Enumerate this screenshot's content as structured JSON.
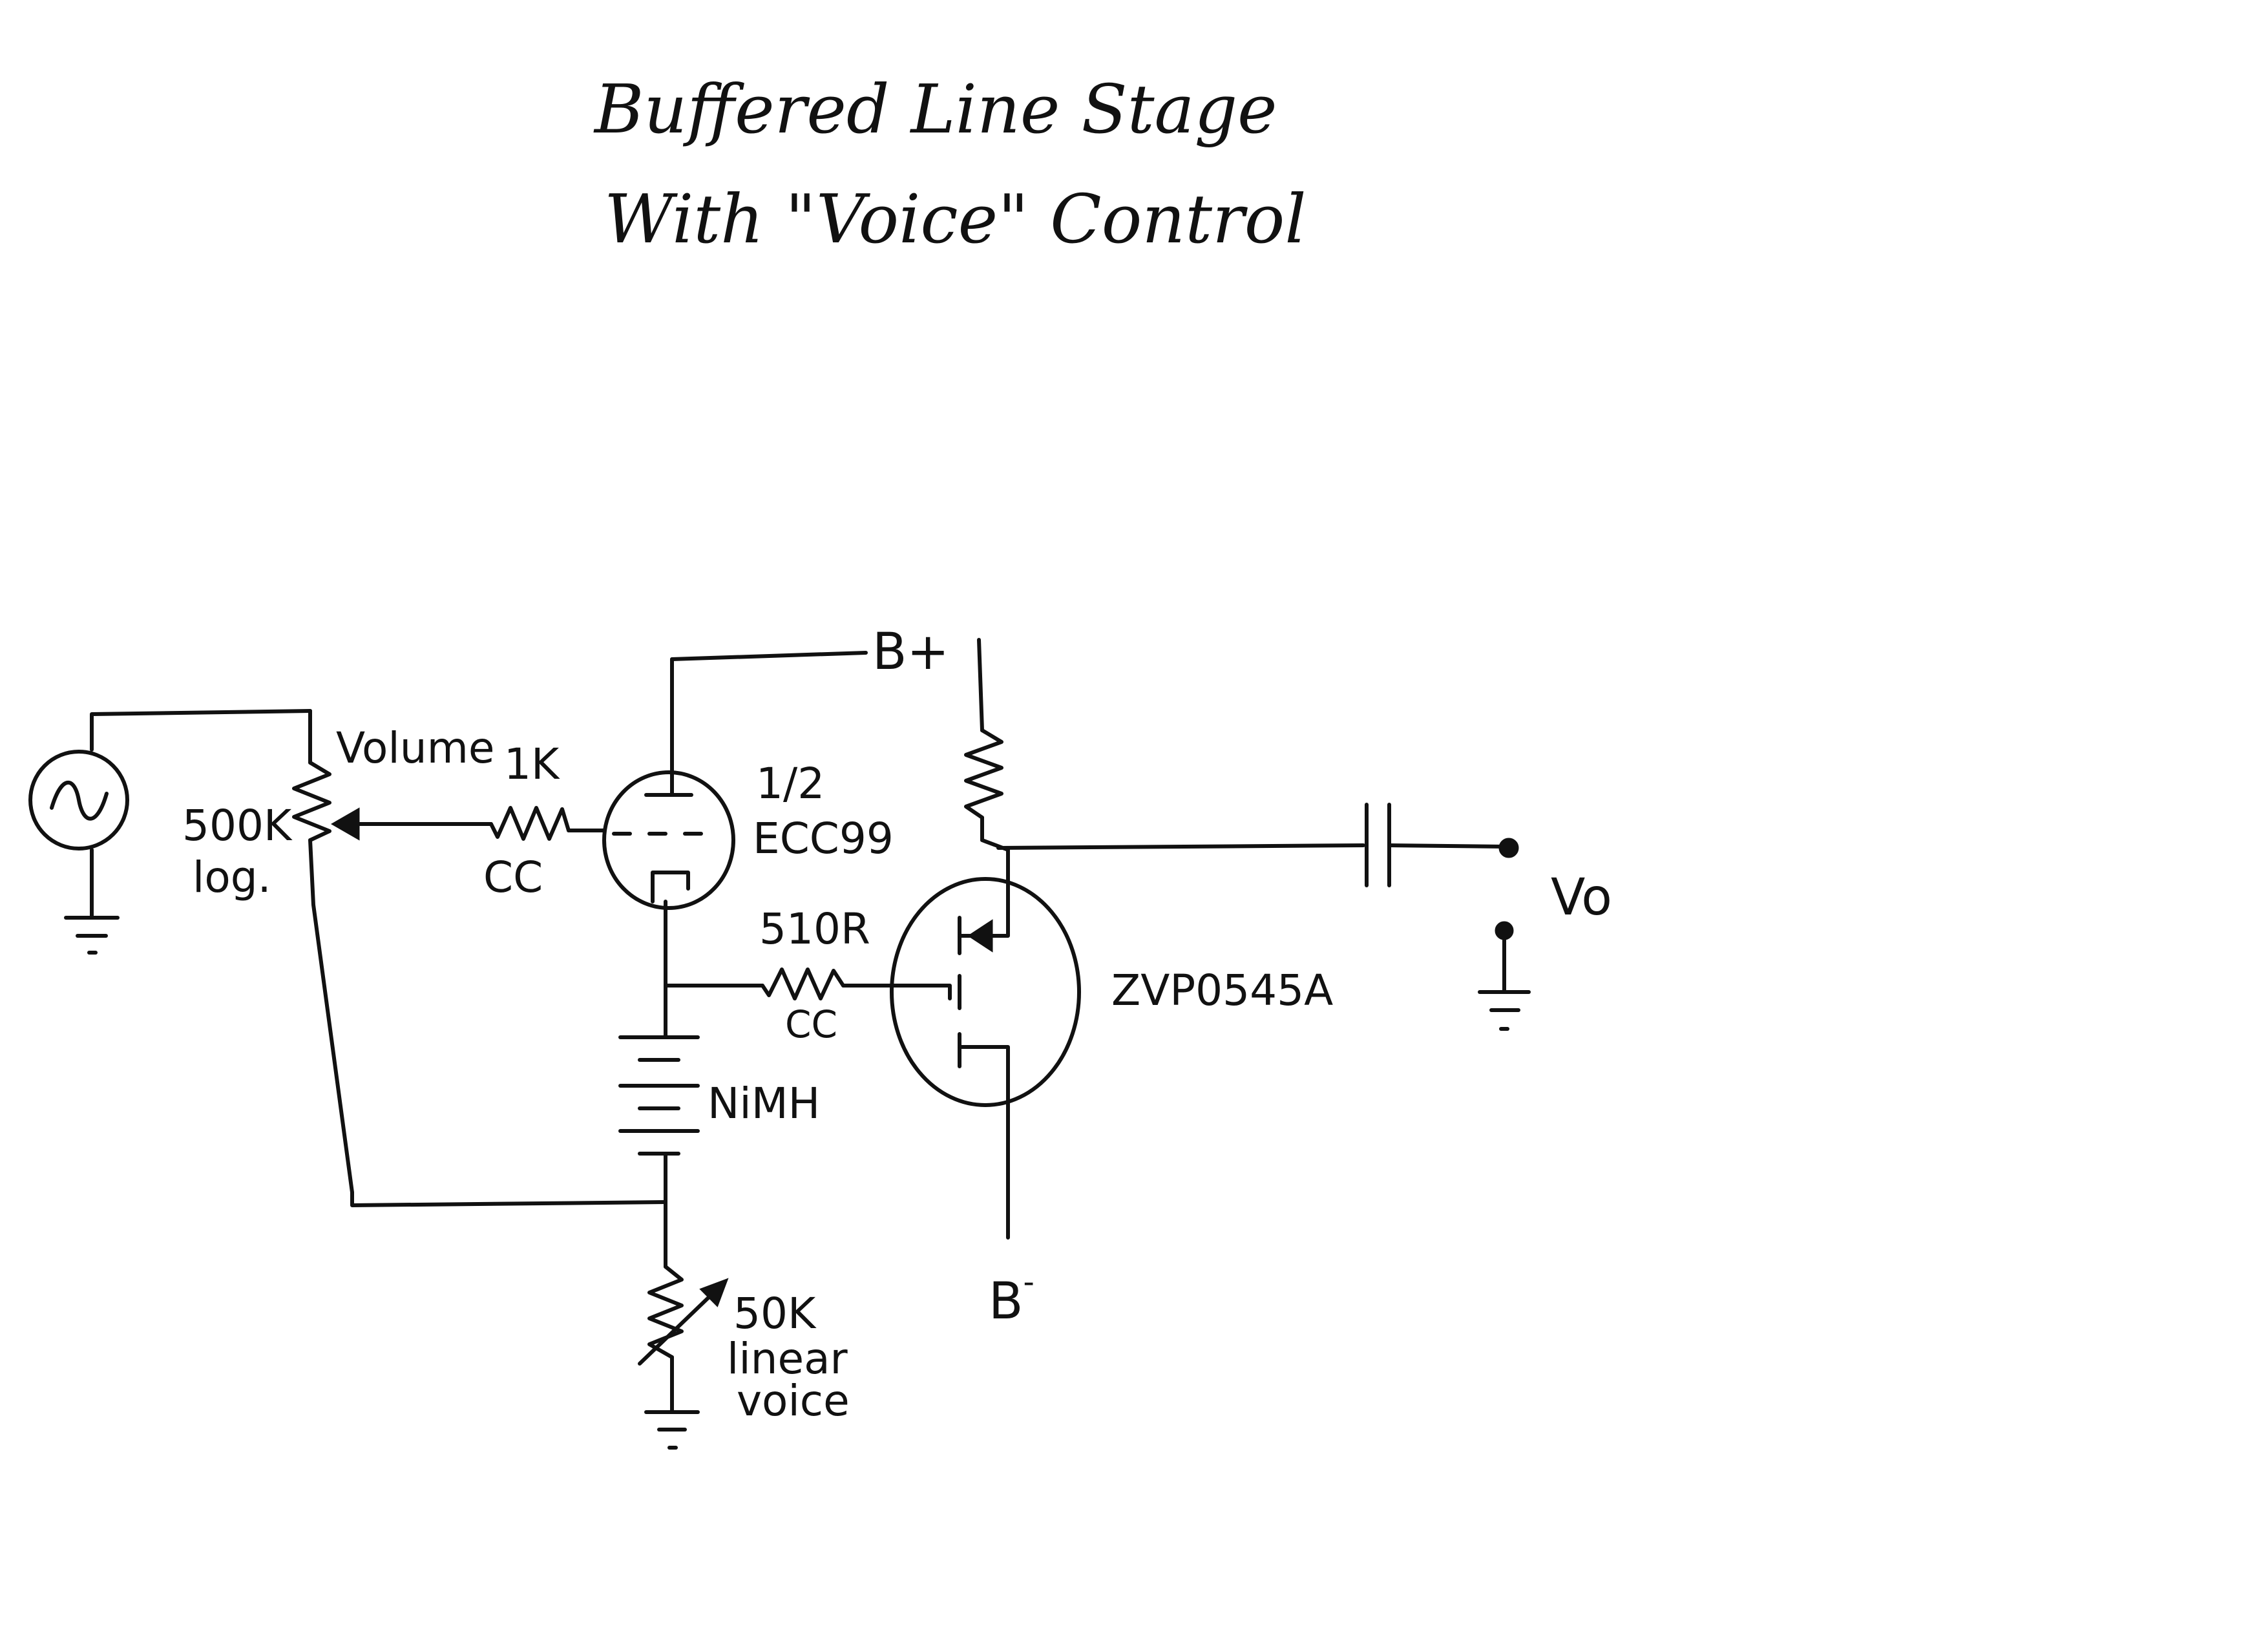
{
  "title": {
    "line1": "Buffered Line Stage",
    "line2": "With \"Voice\" Control"
  },
  "labels": {
    "b_plus": "B+",
    "b_minus": "B",
    "b_minus_sup": "-",
    "volume": "Volume",
    "pot_value": "500K",
    "pot_taper": "log.",
    "grid_resistor": "1K",
    "grid_resistor_type": "CC",
    "tube_fraction": "1/2",
    "tube_type": "ECC99",
    "gate_resistor": "510R",
    "gate_resistor_type": "CC",
    "mosfet": "ZVP0545A",
    "battery": "NiMH",
    "voice_pot_value": "50K",
    "voice_pot_taper": "linear",
    "voice_pot_name": "voice",
    "output": "Vo"
  }
}
